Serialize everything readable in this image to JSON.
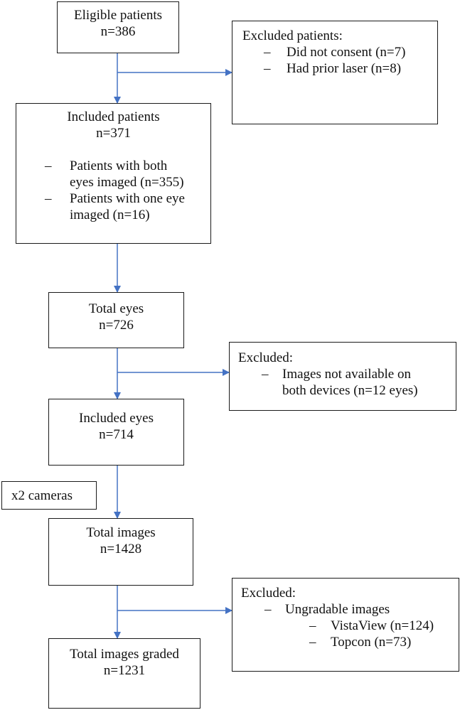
{
  "colors": {
    "arrow": "#4472c4",
    "border": "#1a1a1a",
    "text": "#111111"
  },
  "boxes": {
    "eligible": {
      "title": "Eligible patients",
      "count": "n=386"
    },
    "excluded1": {
      "title": "Excluded patients:",
      "items": [
        {
          "dash": "–",
          "text": "Did not consent (n=7)"
        },
        {
          "dash": "–",
          "text": "Had prior laser (n=8)"
        }
      ]
    },
    "included_patients": {
      "title": "Included patients",
      "count": "n=371",
      "items": [
        {
          "dash": "–",
          "line1": "Patients with both",
          "line2": "eyes imaged (n=355)"
        },
        {
          "dash": "–",
          "line1": "Patients with one eye",
          "line2": "imaged (n=16)"
        }
      ]
    },
    "total_eyes": {
      "title": "Total eyes",
      "count": "n=726"
    },
    "excluded2": {
      "title": "Excluded:",
      "items": [
        {
          "dash": "–",
          "line1": "Images not available on",
          "line2": "both devices (n=12 eyes)"
        }
      ]
    },
    "included_eyes": {
      "title": "Included eyes",
      "count": "n=714"
    },
    "cameras": {
      "label": "x2 cameras"
    },
    "total_images": {
      "title": "Total images",
      "count": "n=1428"
    },
    "excluded3": {
      "title": "Excluded:",
      "item": {
        "dash": "–",
        "text": "Ungradable images"
      },
      "subitems": [
        {
          "dash": "–",
          "text": "VistaView (n=124)"
        },
        {
          "dash": "–",
          "text": "Topcon (n=73)"
        }
      ]
    },
    "graded": {
      "title": "Total images graded",
      "count": "n=1231"
    }
  }
}
